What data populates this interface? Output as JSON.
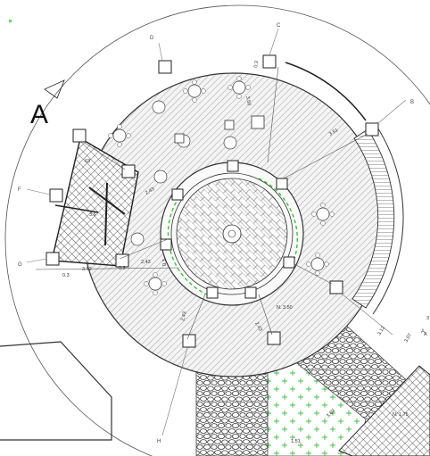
{
  "drawing": {
    "section_letter": "A",
    "grid_labels": [
      "A",
      "B",
      "C",
      "D",
      "F",
      "G",
      "H"
    ],
    "dimensions": {
      "d_351": "3.51",
      "d_352": "3.52",
      "d_03_a": "0.3",
      "d_03_b": "0.3",
      "d_03_c": "0,3",
      "d_03_d": "0.3",
      "d_243_a": "2,43",
      "d_243_b": "2,43",
      "d_243_c": "2,43",
      "d_243_d": "2.43",
      "d_350": "3.50",
      "d_n350": "N. 3.50",
      "d_n175": "N. 1.75",
      "d_307": "3.07",
      "d_312": "3.12",
      "d_151": "1.51",
      "d_363": "3.63",
      "d_36": "3.6",
      "d_63": "63",
      "d_a": "A",
      "d_3": "3"
    },
    "colors": {
      "line": "#222222",
      "hatch": "#8a8a8a",
      "plant": "#3cc23c"
    }
  }
}
